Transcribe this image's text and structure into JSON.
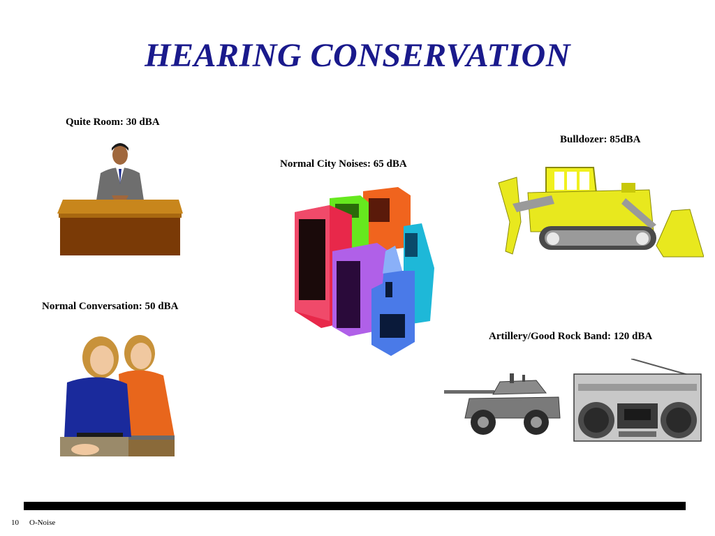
{
  "slide": {
    "title": "HEARING CONSERVATION",
    "page_number": "10",
    "footer_label": "O-Noise"
  },
  "items": [
    {
      "label": "Quite Room:  30 dBA",
      "icon": "man-at-desk-icon"
    },
    {
      "label": "Normal Conversation:  50 dBA",
      "icon": "two-women-talking-icon"
    },
    {
      "label": "Normal City Noises:  65 dBA",
      "icon": "city-buildings-icon"
    },
    {
      "label": "Bulldozer:  85dBA",
      "icon": "bulldozer-icon"
    },
    {
      "label": "Artillery/Good Rock Band:  120 dBA",
      "icon": "tank-and-boombox-icon"
    }
  ],
  "colors": {
    "title": "#1a1a8c",
    "footer_bar": "#000000"
  }
}
